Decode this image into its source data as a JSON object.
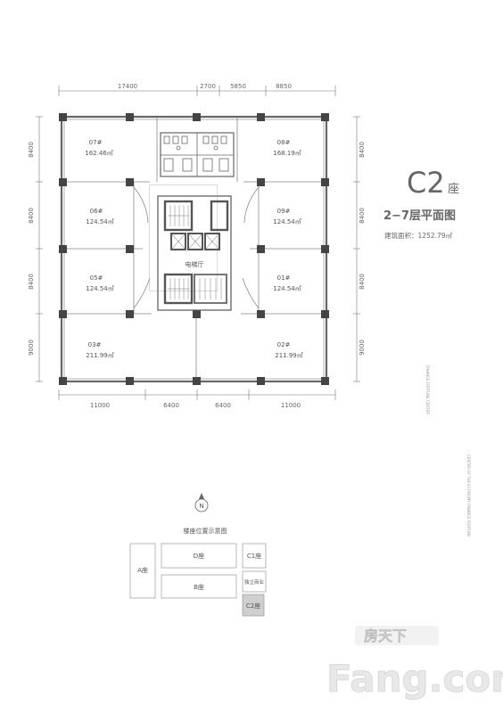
{
  "title": {
    "block": "C2",
    "block_suffix": "座",
    "floors": "2−7层平面图",
    "area": "建筑面积：1252.79㎡"
  },
  "dimensions": {
    "top": [
      "17400",
      "2700",
      "5850",
      "8850"
    ],
    "bottom": [
      "11000",
      "6400",
      "6400",
      "11000"
    ],
    "left": [
      "8400",
      "8400",
      "8400",
      "9000"
    ],
    "right": [
      "8400",
      "8400",
      "8400",
      "9000"
    ]
  },
  "units": [
    {
      "id": "07#",
      "area": "162.46㎡"
    },
    {
      "id": "08#",
      "area": "168.19㎡"
    },
    {
      "id": "06#",
      "area": "124.54㎡"
    },
    {
      "id": "09#",
      "area": "124.54㎡"
    },
    {
      "id": "05#",
      "area": "124.54㎡"
    },
    {
      "id": "01#",
      "area": "124.54㎡"
    },
    {
      "id": "03#",
      "area": "211.99㎡"
    },
    {
      "id": "02#",
      "area": "211.99㎡"
    }
  ],
  "core": {
    "elevator_hall": "电梯厅"
  },
  "vertical_text": {
    "line1": "FINANCE FORTUNE CENTER",
    "line2": "CENTER OF THE ECONOMY FINANCE FORTUNE"
  },
  "site_plan": {
    "compass": "N",
    "title": "楼座位置示意图",
    "blocks": [
      "A座",
      "D座",
      "B座",
      "C1座",
      "独立商业",
      "C2座"
    ]
  },
  "watermark": {
    "line1": "房天下",
    "line2": "Fang.com"
  },
  "colors": {
    "highlight_block": "#cfcfcf",
    "wall": "#666666",
    "column": "#444444"
  }
}
